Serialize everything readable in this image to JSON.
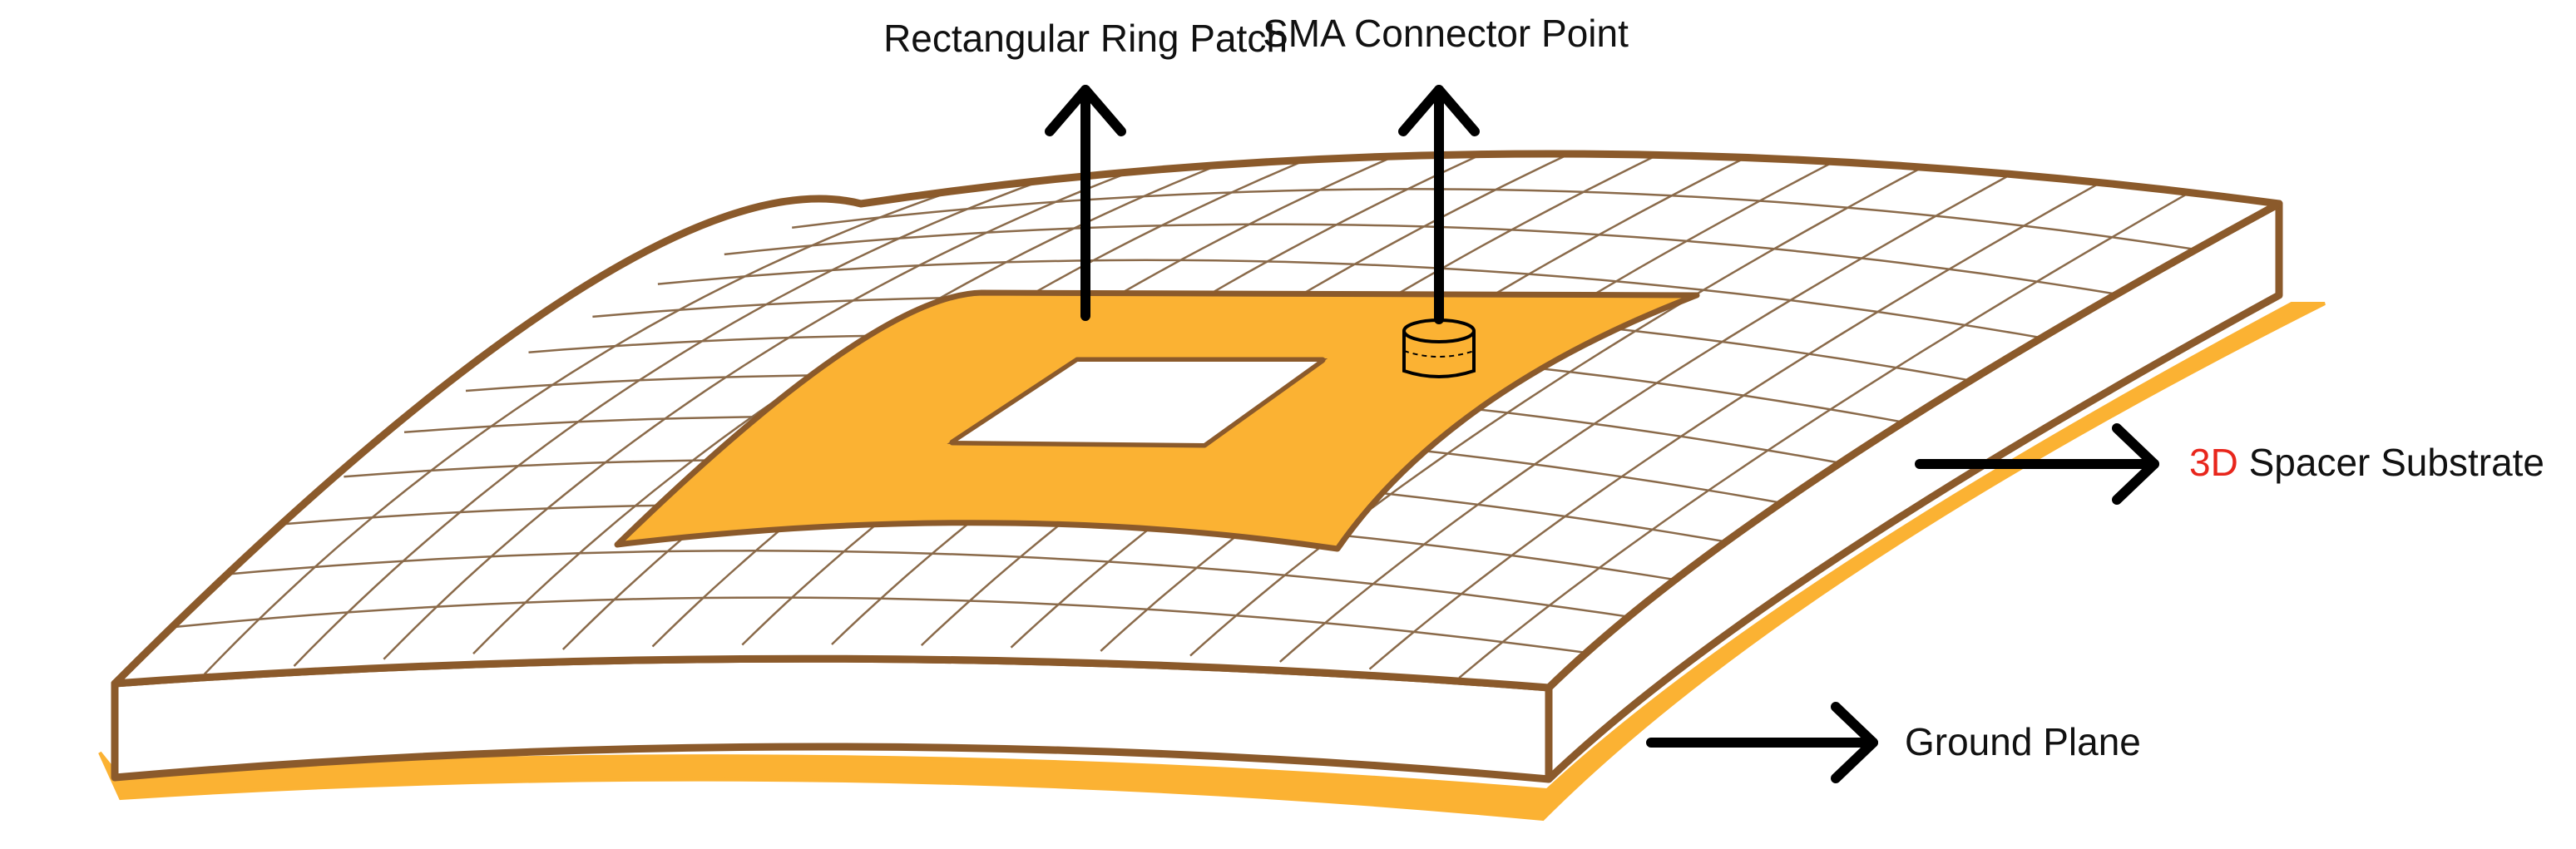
{
  "labels": {
    "patch": "Rectangular Ring Patch",
    "connector": "SMA Connector Point",
    "substrate_prefix": "3D",
    "substrate_rest": " Spacer Substrate",
    "ground": "Ground Plane"
  },
  "colors": {
    "copper": "#FBB233",
    "outline": "#8B5A2B",
    "grid": "#8A6A4A",
    "arrow": "#000000",
    "highlight": "#E8261C",
    "substrate_fill": "#FFFFFF"
  },
  "grid": {
    "rows": 12,
    "columns": 16
  }
}
